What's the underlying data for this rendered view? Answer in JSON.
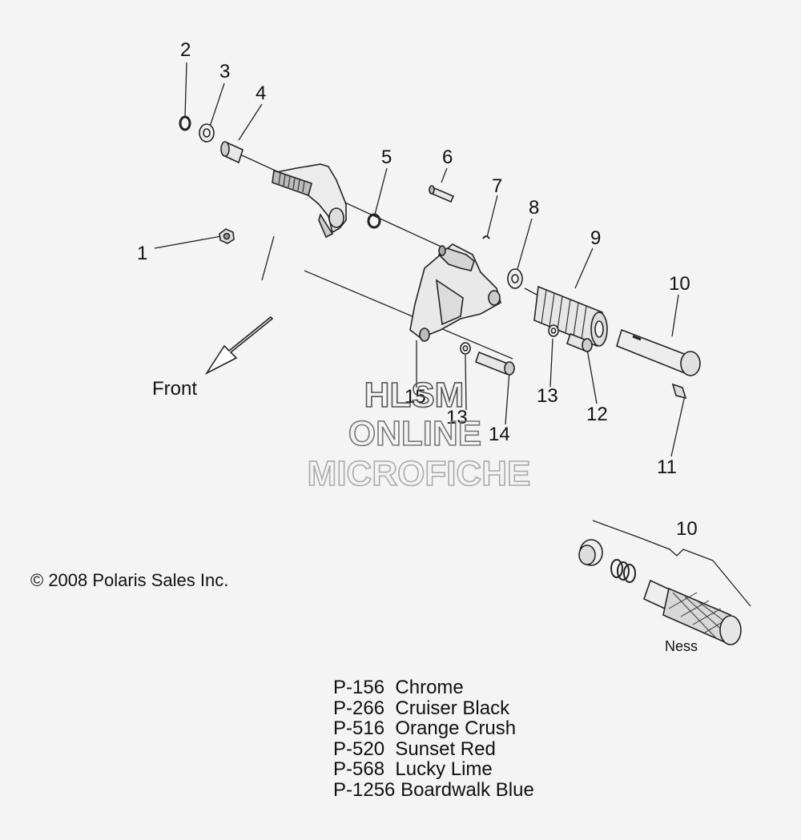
{
  "callouts": {
    "c1": "1",
    "c2": "2",
    "c3": "3",
    "c4": "4",
    "c5": "5",
    "c6": "6",
    "c7": "7",
    "c8": "8",
    "c9": "9",
    "c10": "10",
    "c11": "11",
    "c12": "12",
    "c13a": "13",
    "c13b": "13",
    "c14": "14",
    "c15": "15",
    "c10b": "10"
  },
  "front_label": "Front",
  "ness_label": "Ness",
  "copyright": "© 2008 Polaris Sales Inc.",
  "watermark": {
    "line1": "HLSM",
    "line2": "ONLINE",
    "line3": "MICROFICHE"
  },
  "paint_codes": [
    {
      "code": "P-156",
      "name": "Chrome"
    },
    {
      "code": "P-266",
      "name": "Cruiser Black"
    },
    {
      "code": "P-516",
      "name": "Orange Crush"
    },
    {
      "code": "P-520",
      "name": "Sunset Red"
    },
    {
      "code": "P-568",
      "name": "Lucky Lime"
    },
    {
      "code": "P-1256",
      "name": "Boardwalk Blue"
    }
  ]
}
